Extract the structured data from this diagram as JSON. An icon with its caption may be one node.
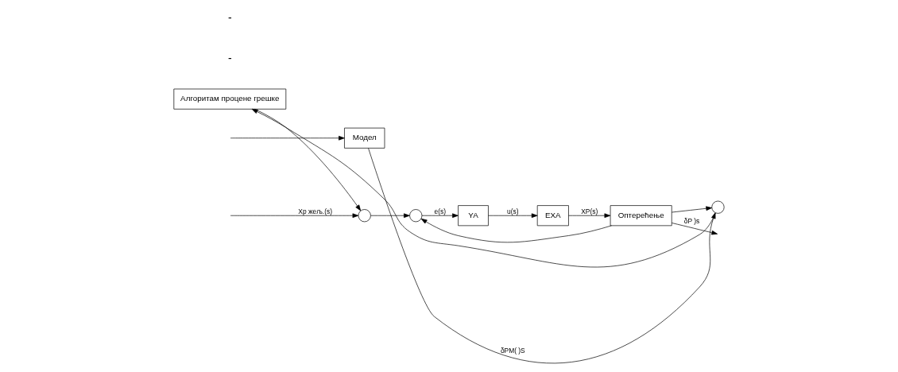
{
  "diagram": {
    "nodes": [
      {
        "text": [],
        "shape": "circle"
      },
      {
        "text": [],
        "shape": "circle"
      },
      {
        "text": [
          "YA"
        ]
      },
      {
        "text": [
          "EXA"
        ]
      },
      {
        "text": [
          "Оптерећење"
        ]
      },
      {
        "text": [
          "Алгоритам процене грешке"
        ]
      },
      {
        "text": [],
        "shape": "circle"
      },
      {
        "text": [
          "Модел"
        ]
      }
    ],
    "edges": [
      {
        "from": null,
        "to": 0,
        "arrow": "to",
        "label": "Xp жељ.(s)"
      },
      {
        "from": null,
        "to": 7,
        "arrow": "to"
      },
      {
        "from": 0,
        "to": 1,
        "arrow": "to"
      },
      {
        "from": 1,
        "to": 2,
        "arrow": "to",
        "label": "e(s)"
      },
      {
        "from": 2,
        "to": 3,
        "arrow": "to",
        "label": "u(s)"
      },
      {
        "from": 3,
        "to": 4,
        "arrow": "to",
        "label": "XP(s)"
      },
      {
        "from": 4,
        "to": null,
        "arrow": "to",
        "label": "δP )s"
      },
      {
        "from": 4,
        "to": 1,
        "arrow": "to"
      },
      {
        "from": 4,
        "to": 6,
        "arrow": "to"
      },
      {
        "from": 7,
        "to": 6,
        "arrow": "to",
        "label": "δPM( )S"
      },
      {
        "from": 6,
        "to": 5,
        "arrow": "to"
      },
      {
        "from": 5,
        "to": 0,
        "arrow": "to"
      }
    ],
    "labels": [
      "-",
      "-"
    ]
  }
}
